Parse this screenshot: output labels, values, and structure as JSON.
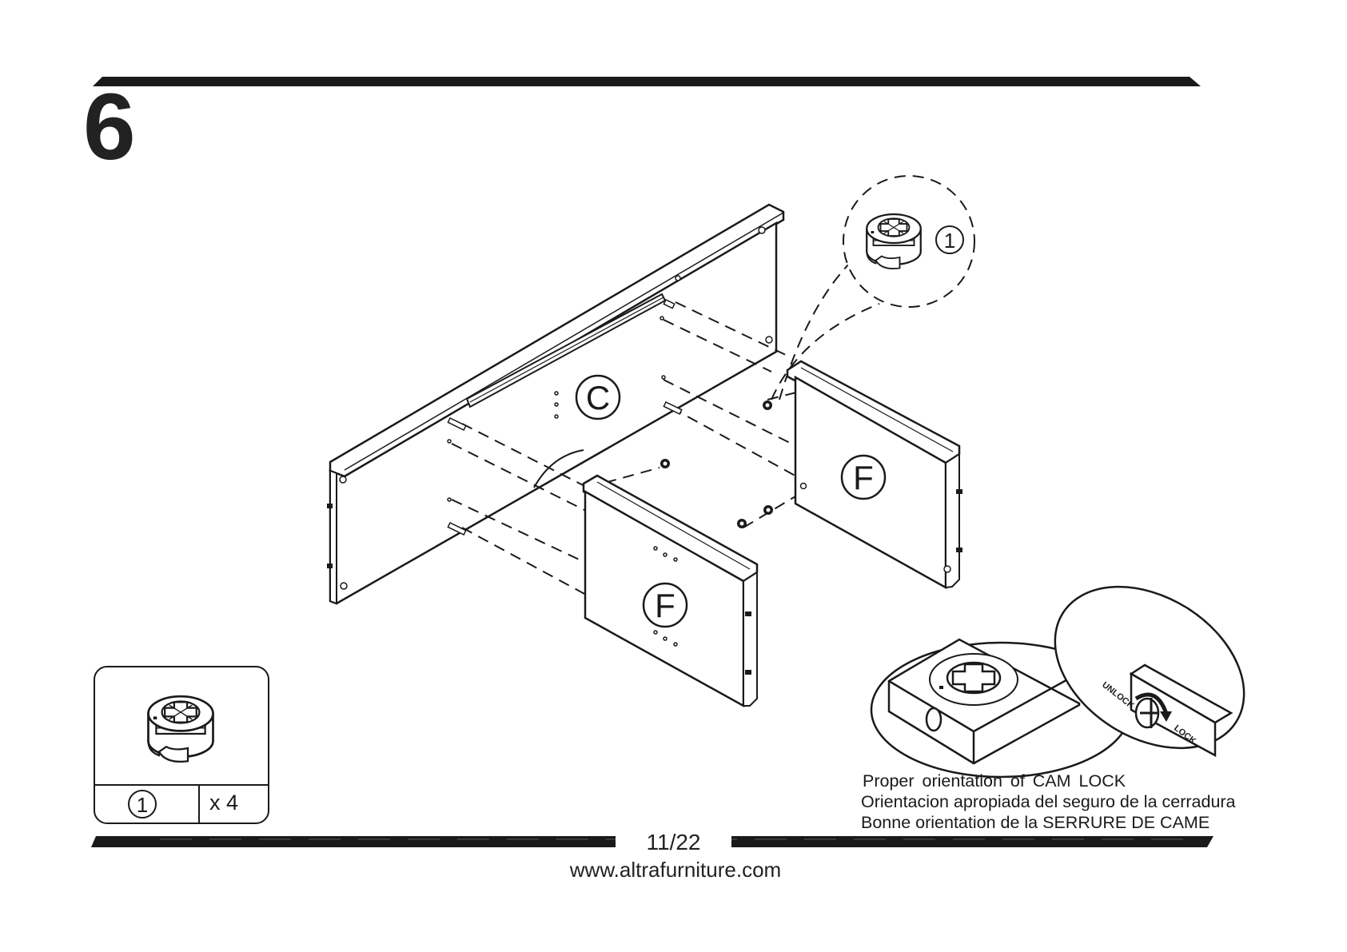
{
  "step": {
    "number": "6"
  },
  "parts": {
    "panel_c": "C",
    "panel_f": "F"
  },
  "callout": {
    "part_number": "1"
  },
  "hardware_box": {
    "part_number": "1",
    "quantity": "x 4"
  },
  "cam_lock": {
    "unlock_label": "UNLOCK",
    "lock_label": "LOCK"
  },
  "orientation_text": {
    "en": "Proper orientation of CAM LOCK",
    "es": "Orientacion apropiada del seguro de la cerradura",
    "fr": "Bonne orientation de la SERRURE DE CAME"
  },
  "footer": {
    "page": "11/22",
    "website": "www.altrafurniture.com"
  }
}
